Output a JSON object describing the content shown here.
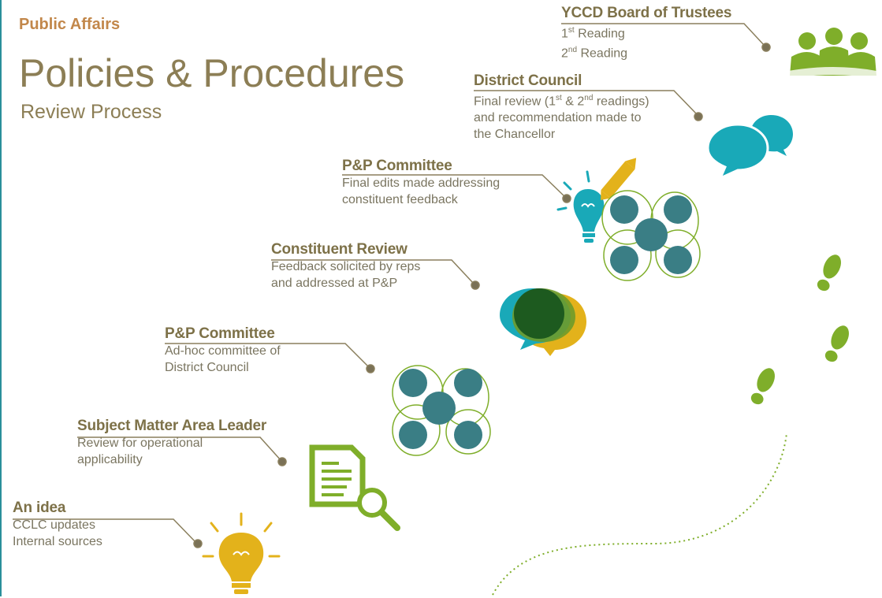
{
  "header": {
    "kicker": "Public Affairs",
    "title": "Policies & Procedures",
    "subtitle": "Review Process"
  },
  "steps": [
    {
      "title": "An idea",
      "lines": [
        "CCLC updates",
        "Internal sources"
      ]
    },
    {
      "title": "Subject Matter Area Leader",
      "lines": [
        "Review for operational",
        "applicability"
      ]
    },
    {
      "title": "P&P Committee",
      "lines": [
        "Ad-hoc committee of",
        "District Council"
      ]
    },
    {
      "title": "Constituent Review",
      "lines": [
        "Feedback solicited by reps",
        "and addressed at P&P"
      ]
    },
    {
      "title": "P&P Committee",
      "lines": [
        "Final edits made addressing",
        "constituent feedback"
      ]
    },
    {
      "title": "District Council",
      "lines": [
        "Final review (1",
        "st",
        " & 2",
        "nd",
        " readings)",
        "and recommendation made to",
        "the Chancellor"
      ]
    },
    {
      "title": "YCCD Board of Trustees",
      "lines": [
        "1",
        "st",
        " Reading",
        "2",
        "nd",
        " Reading"
      ]
    }
  ],
  "icons": [
    "lightbulb-icon",
    "document-search-icon",
    "committee-icon",
    "speech-bubbles-icon",
    "idea-pencil-icon",
    "chat-bubbles-icon",
    "board-members-icon",
    "footprints-icon"
  ],
  "colors": {
    "accent": "#c2874a",
    "title": "#8c7e55",
    "teal": "#3a7e85",
    "green": "#7fae2a",
    "yellow": "#e3b21b",
    "cyan": "#19a9b8"
  }
}
